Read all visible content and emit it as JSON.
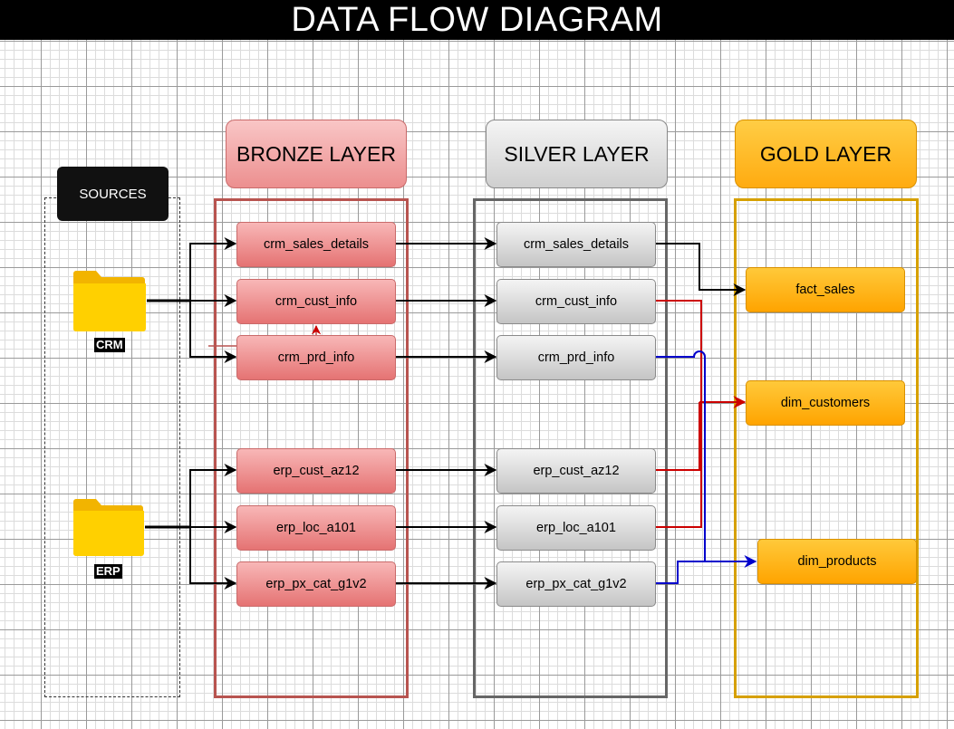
{
  "title": "DATA FLOW DIAGRAM",
  "sources": {
    "label": "SOURCES",
    "crm_label": "CRM",
    "erp_label": "ERP",
    "folder_icon": "folder-icon",
    "folder_color": "#ffd000"
  },
  "layers": {
    "bronze": {
      "title": "BRONZE LAYER",
      "color": "#e57373",
      "tables": [
        "crm_sales_details",
        "crm_cust_info",
        "crm_prd_info",
        "erp_cust_az12",
        "erp_loc_a101",
        "erp_px_cat_g1v2"
      ]
    },
    "silver": {
      "title": "SILVER LAYER",
      "color": "#c5c5c5",
      "tables": [
        "crm_sales_details",
        "crm_cust_info",
        "crm_prd_info",
        "erp_cust_az12",
        "erp_loc_a101",
        "erp_px_cat_g1v2"
      ]
    },
    "gold": {
      "title": "GOLD LAYER",
      "color": "#ffa400",
      "tables": [
        "fact_sales",
        "dim_customers",
        "dim_products"
      ]
    }
  },
  "connector_colors": {
    "default": "#000000",
    "customers": "#cc0000",
    "products": "#0000cc"
  }
}
